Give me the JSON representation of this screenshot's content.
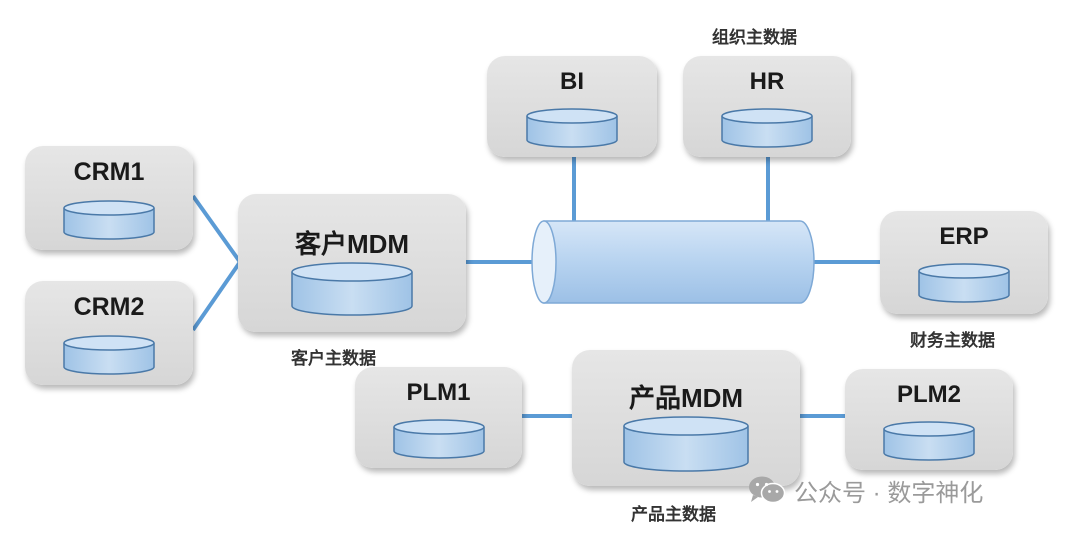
{
  "colors": {
    "connector": "#5b9bd5",
    "box_fill": "#dddddd",
    "db_fill": "#b8d4ee",
    "db_stroke": "#4a79a8",
    "bus_fill": "#b7d3f0"
  },
  "nodes": {
    "crm1": {
      "label": "CRM1"
    },
    "crm2": {
      "label": "CRM2"
    },
    "customer_mdm": {
      "label": "客户MDM"
    },
    "bi": {
      "label": "BI"
    },
    "hr": {
      "label": "HR"
    },
    "erp": {
      "label": "ERP"
    },
    "plm1": {
      "label": "PLM1"
    },
    "product_mdm": {
      "label": "产品MDM"
    },
    "plm2": {
      "label": "PLM2"
    }
  },
  "captions": {
    "org": "组织主数据",
    "customer": "客户主数据",
    "finance": "财务主数据",
    "product": "产品主数据"
  },
  "watermark": {
    "icon": "wechat-icon",
    "text": "公众号 · 数字神化"
  },
  "edges": [
    [
      "crm1",
      "customer_mdm"
    ],
    [
      "crm2",
      "customer_mdm"
    ],
    [
      "customer_mdm",
      "bus"
    ],
    [
      "bi",
      "bus"
    ],
    [
      "hr",
      "bus"
    ],
    [
      "bus",
      "erp"
    ],
    [
      "plm1",
      "product_mdm"
    ],
    [
      "product_mdm",
      "plm2"
    ]
  ]
}
